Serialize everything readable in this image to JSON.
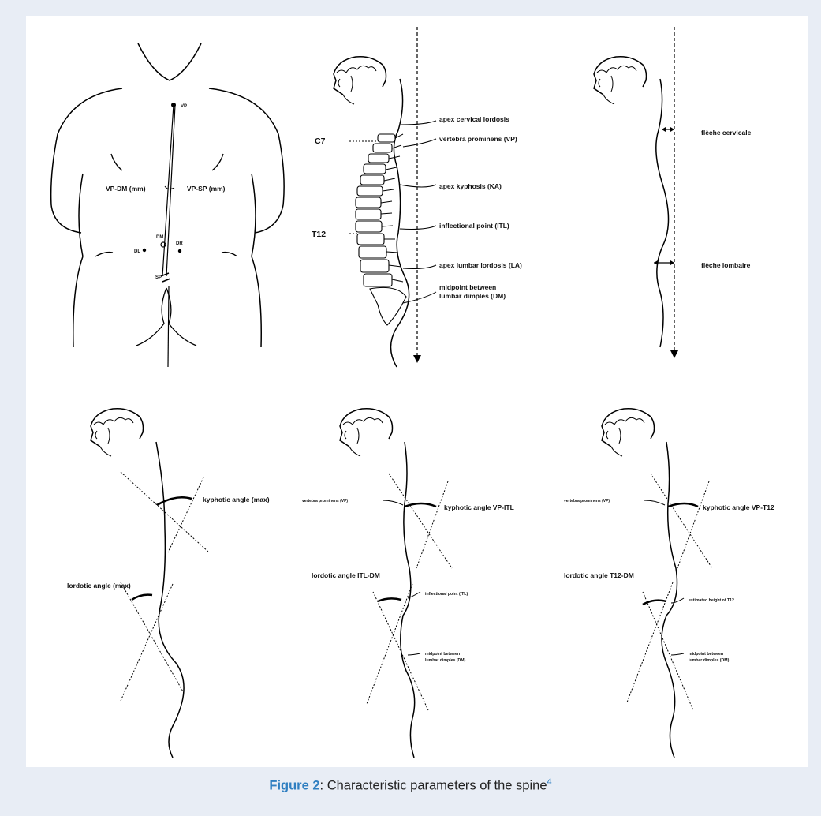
{
  "figure": {
    "label": "Figure 2",
    "caption": ": Characteristic parameters of the spine",
    "ref": "4"
  },
  "back_view": {
    "labels": {
      "vp": "VP",
      "vp_dm": "VP-DM (mm)",
      "vp_sp": "VP-SP (mm)",
      "dm": "DM",
      "dr": "DR",
      "dl": "DL",
      "sp": "SP"
    }
  },
  "spine_view": {
    "labels": {
      "c7": "C7",
      "t12": "T12",
      "apex_cervical": "apex cervical lordosis",
      "vertebra_prominens": "vertebra prominens (VP)",
      "apex_kyphosis": "apex kyphosis (KA)",
      "inflectional_point": "inflectional point (ITL)",
      "apex_lumbar": "apex lumbar lordosis (LA)",
      "midpoint_1": "midpoint between",
      "midpoint_2": "lumbar dimples (DM)"
    }
  },
  "fleche_view": {
    "labels": {
      "cervicale": "flèche cervicale",
      "lombaire": "flèche lombaire"
    }
  },
  "angle_max_view": {
    "labels": {
      "kyphotic": "kyphotic angle (max)",
      "lordotic": "lordotic angle (max)"
    }
  },
  "angle_itl_view": {
    "labels": {
      "vp": "vertebra prominens (VP)",
      "kyphotic": "kyphotic angle VP-ITL",
      "lordotic": "lordotic angle ITL-DM",
      "itl": "inflectional point (ITL)",
      "mid1": "midpoint between",
      "mid2": "lumbar dimples (DM)"
    }
  },
  "angle_t12_view": {
    "labels": {
      "vp": "vertebra prominens (VP)",
      "kyphotic": "kyphotic angle VP-T12",
      "lordotic": "lordotic angle T12-DM",
      "t12": "estimated height of T12",
      "mid1": "midpoint between",
      "mid2": "lumbar dimples (DM)"
    }
  }
}
